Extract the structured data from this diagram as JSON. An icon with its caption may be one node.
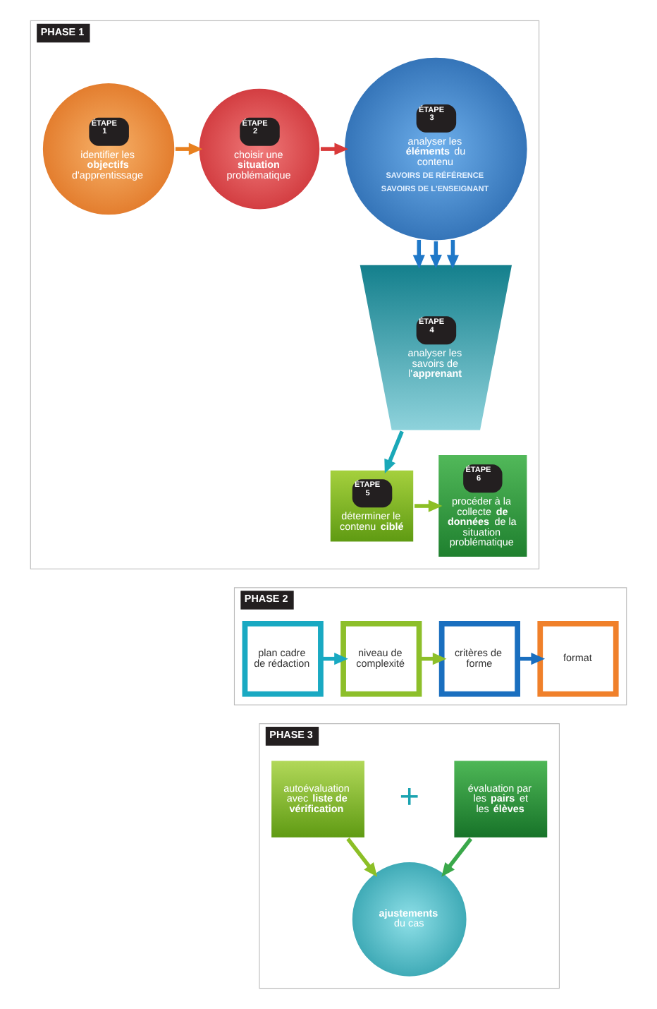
{
  "diagram": {
    "nodes": [
      {
        "text": [
          "PHASE 1"
        ]
      },
      {
        "text": [
          "ÉTAPE 1",
          "identifier les **objectifs** d'apprentissage"
        ],
        "in": 0
      },
      {
        "text": [
          "ÉTAPE 2",
          "choisir une **situation** problématique"
        ],
        "in": 0
      },
      {
        "text": [
          "ÉTAPE 3",
          "analyser les **éléments** du contenu",
          "SAVOIRS DE RÉFÉRENCE",
          "SAVOIRS DE L'ENSEIGNANT"
        ],
        "in": 0
      },
      {
        "text": [
          "ÉTAPE 4",
          "analyser les savoirs de l'**apprenant**"
        ],
        "in": 0
      },
      {
        "text": [
          "ÉTAPE 5",
          "déterminer le contenu **ciblé**"
        ],
        "in": 0
      },
      {
        "text": [
          "ÉTAPE 6",
          "procéder à la collecte **de données** de la situation problématique"
        ],
        "in": 0
      },
      {
        "text": [
          "PHASE 2"
        ]
      },
      {
        "text": [
          "plan cadre de rédaction"
        ],
        "in": 7
      },
      {
        "text": [
          "niveau de complexité"
        ],
        "in": 7
      },
      {
        "text": [
          "critères de forme"
        ],
        "in": 7
      },
      {
        "text": [
          "format"
        ],
        "in": 7
      },
      {
        "text": [
          "PHASE 3"
        ]
      },
      {
        "text": [
          "autoévaluation avec **liste de vérification**"
        ],
        "in": 12
      },
      {
        "text": [
          "évaluation par les **pairs** et les **élèves**"
        ],
        "in": 12
      },
      {
        "text": [
          "**ajustements** du cas"
        ],
        "in": 12
      }
    ],
    "edges": [
      {
        "from": 1,
        "to": 2,
        "arrow": "to",
        "color": "#e8801f"
      },
      {
        "from": 2,
        "to": 3,
        "arrow": "to",
        "color": "#d93a3a"
      },
      {
        "from": 3,
        "to": 4,
        "arrow": "to",
        "color": "#1f78c8"
      },
      {
        "from": 3,
        "to": 4,
        "arrow": "to",
        "color": "#1f78c8"
      },
      {
        "from": 3,
        "to": 4,
        "arrow": "to",
        "color": "#1f78c8"
      },
      {
        "from": 4,
        "to": 5,
        "arrow": "to",
        "color": "#1aa8b8"
      },
      {
        "from": 5,
        "to": 6,
        "arrow": "to",
        "color": "#8cbf26"
      },
      {
        "from": 8,
        "to": 9,
        "arrow": "to",
        "color": "#19a9c2"
      },
      {
        "from": 9,
        "to": 10,
        "arrow": "to",
        "color": "#8dbf2a"
      },
      {
        "from": 10,
        "to": 11,
        "arrow": "to",
        "color": "#1a6fbf"
      },
      {
        "from": 13,
        "to": 15,
        "arrow": "to",
        "color": "#8cbf26"
      },
      {
        "from": 14,
        "to": 15,
        "arrow": "to",
        "color": "#3aa84a"
      }
    ],
    "labels": [
      "+"
    ]
  }
}
